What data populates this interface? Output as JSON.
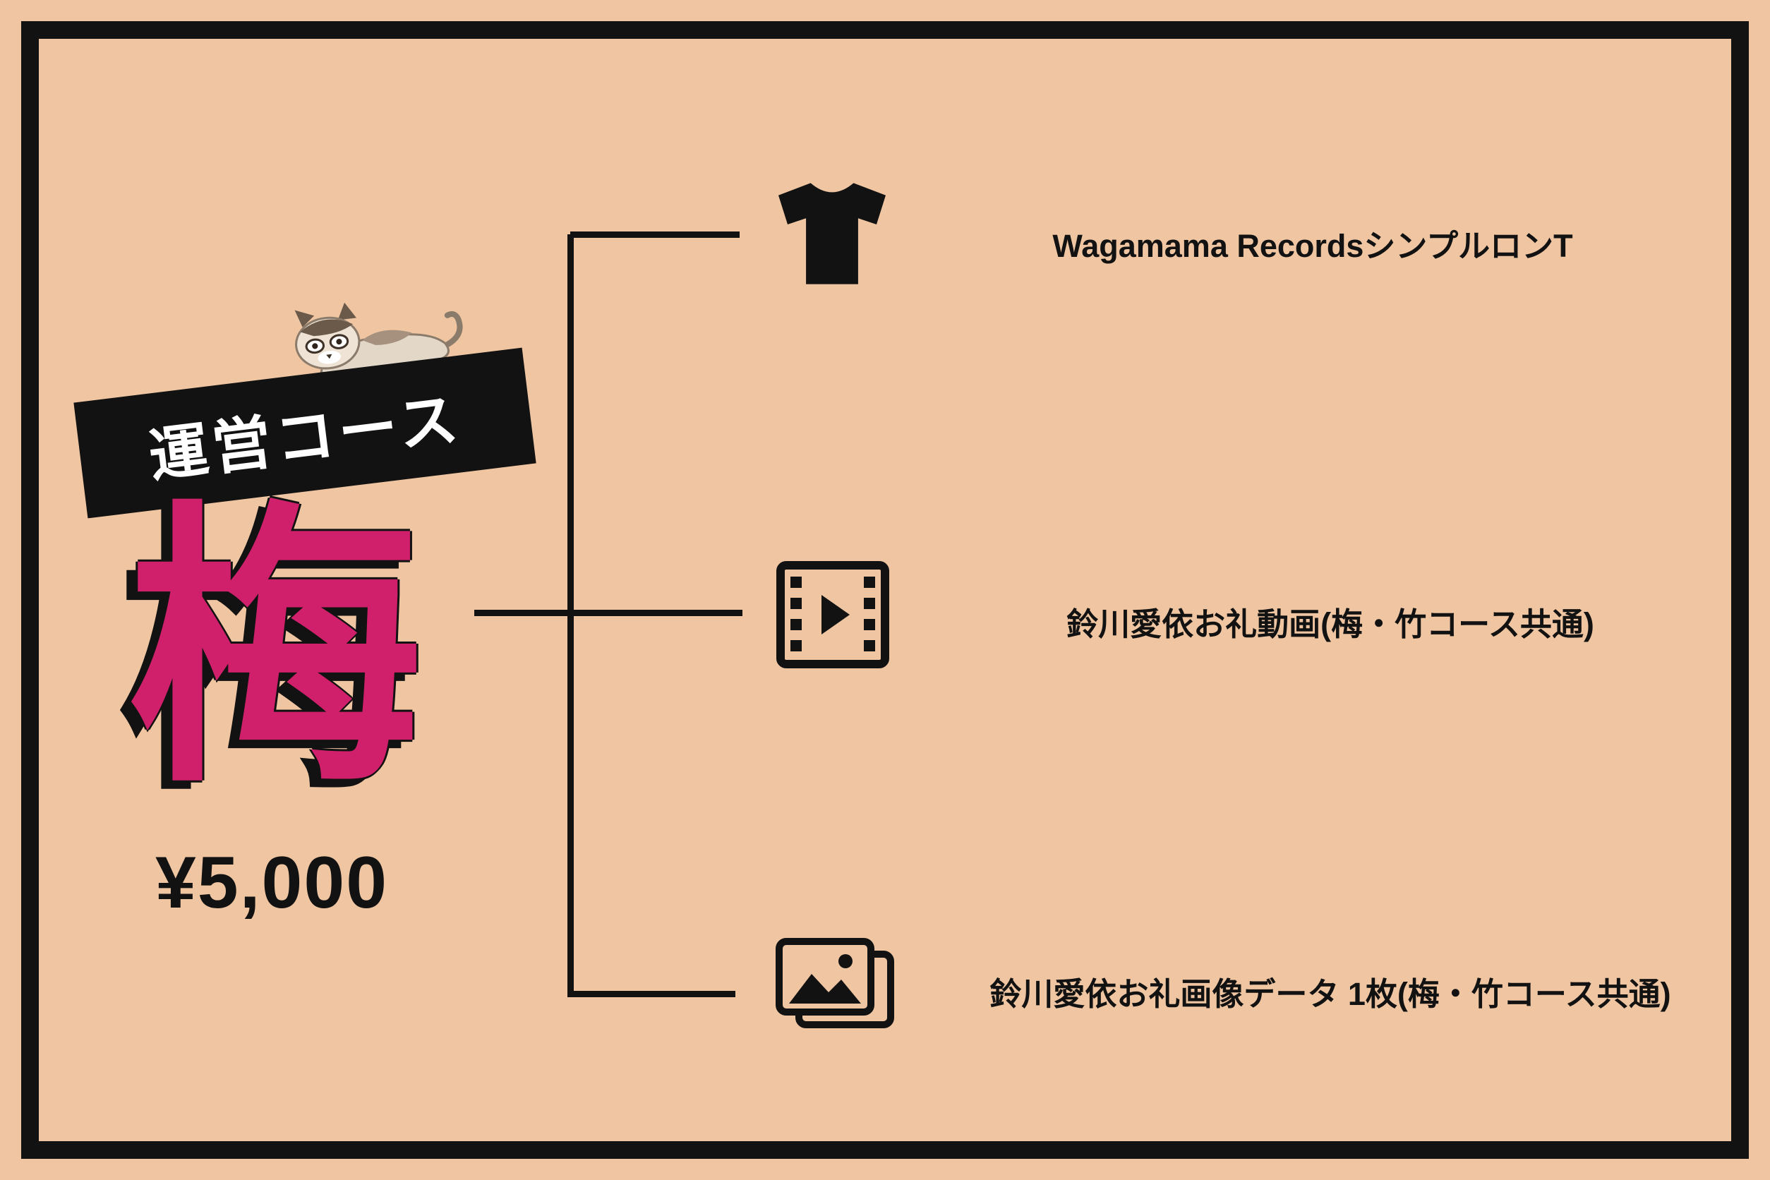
{
  "colors": {
    "background": "#F0C6A2",
    "frame": "#121212",
    "banner_bg": "#121212",
    "banner_text": "#FFFFFF",
    "tier_color": "#D1206B",
    "line_color": "#121212",
    "text_color": "#121212"
  },
  "banner": {
    "label": "運営コース"
  },
  "tier": {
    "name": "梅",
    "price": "¥5,000"
  },
  "items": [
    {
      "icon": "tshirt-icon",
      "label": "Wagamama RecordsシンプルロンT"
    },
    {
      "icon": "film-icon",
      "label": "鈴川愛依お礼動画(梅・竹コース共通)"
    },
    {
      "icon": "images-icon",
      "label": "鈴川愛依お礼画像データ 1枚(梅・竹コース共通)"
    }
  ]
}
